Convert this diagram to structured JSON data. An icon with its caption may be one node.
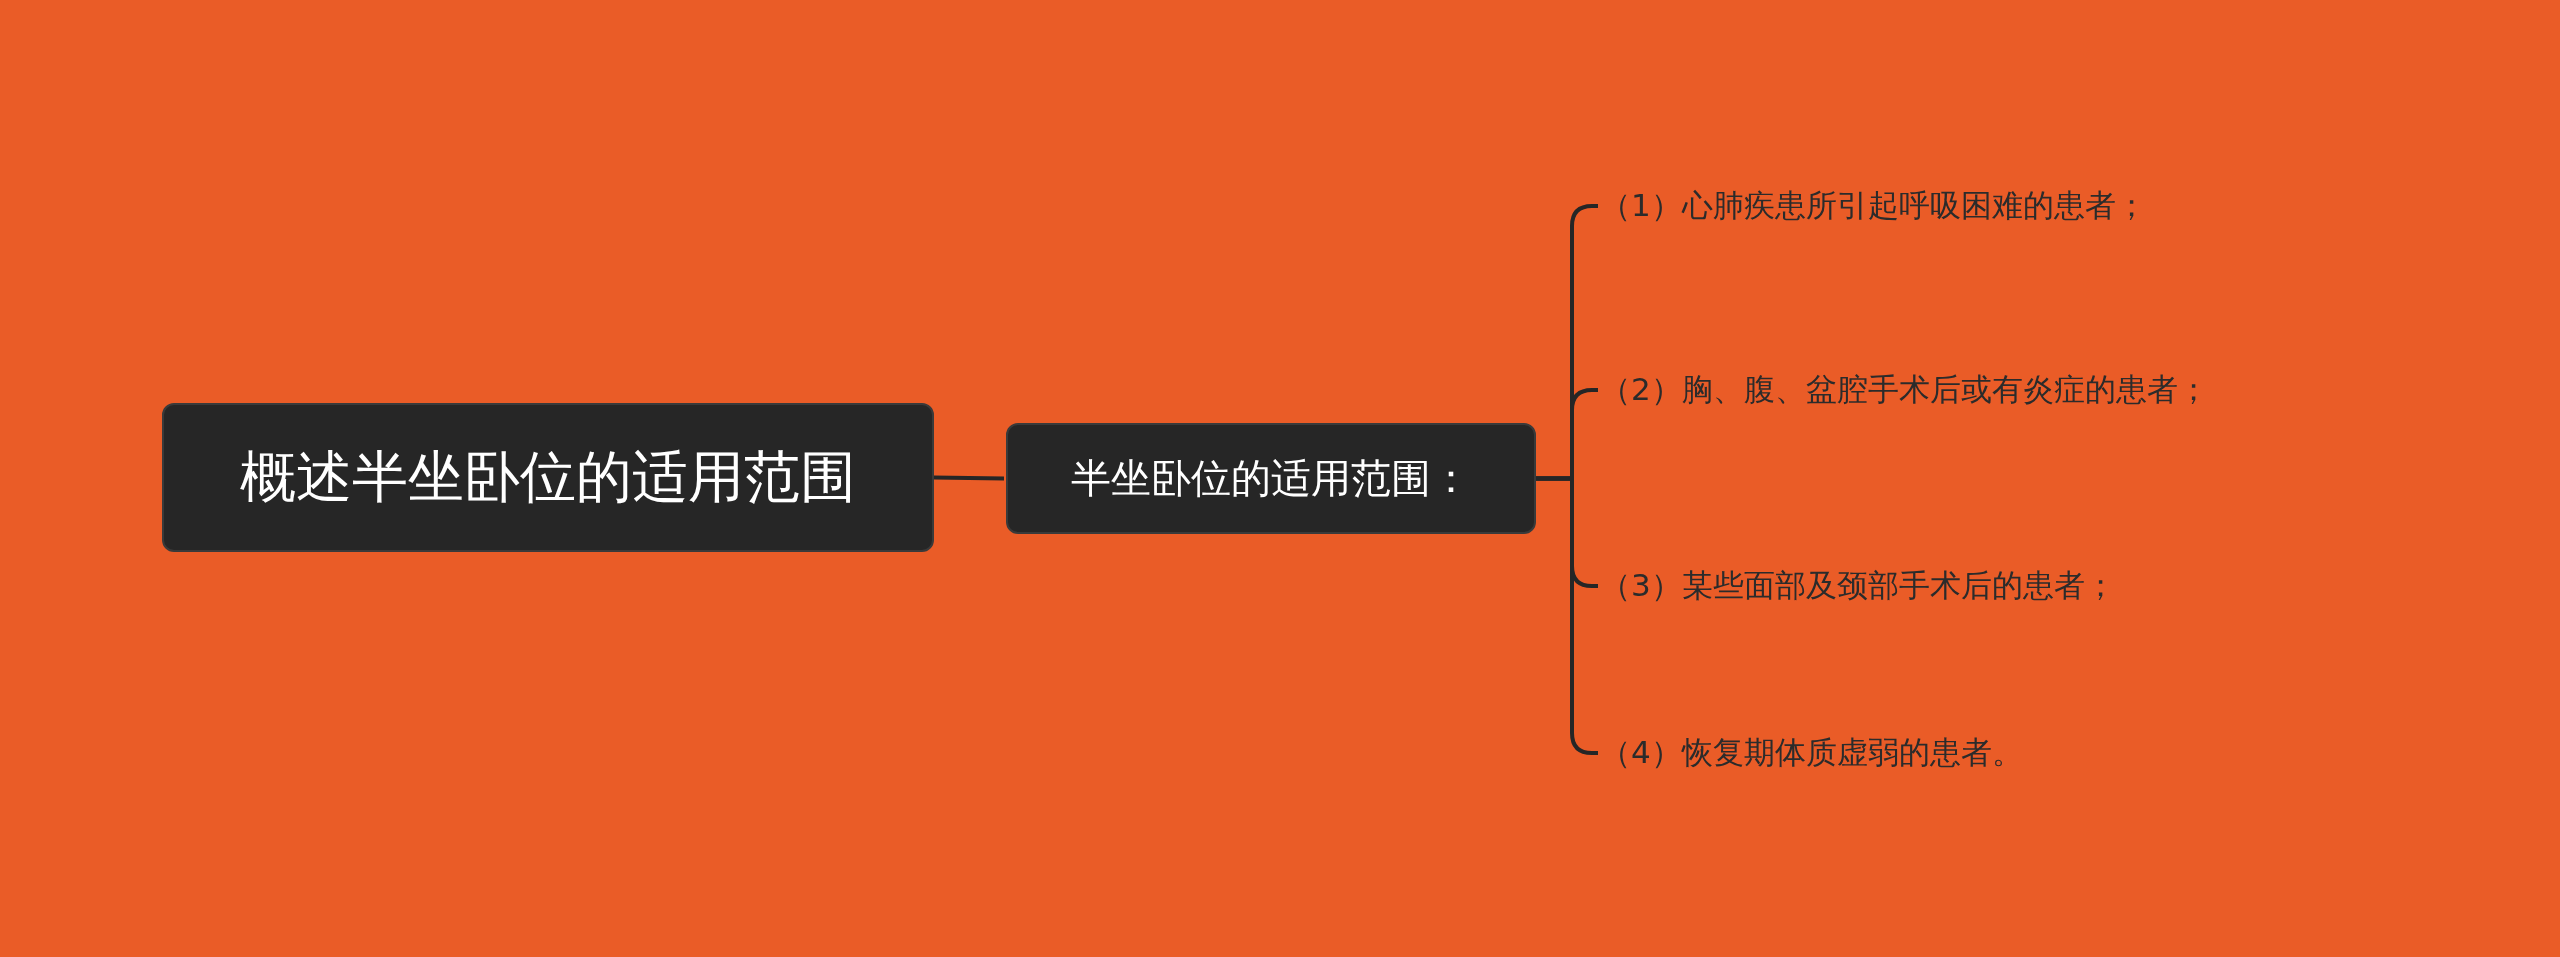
{
  "diagram": {
    "nodes": [
      {
        "text": [
          "概述半坐卧位的适用范围"
        ]
      },
      {
        "text": [
          "半坐卧位的适用范围："
        ]
      },
      {
        "text": [
          "（1）心肺疾患所引起呼吸困难的患者；"
        ]
      },
      {
        "text": [
          "（2）胸、腹、盆腔手术后或有炎症的患者；"
        ]
      },
      {
        "text": [
          "（3）某些面部及颈部手术后的患者；"
        ]
      },
      {
        "text": [
          "（4）恢复期体质虚弱的患者。"
        ]
      }
    ],
    "edges": [
      {
        "from": 0,
        "to": 1,
        "arrow": "none"
      },
      {
        "from": 1,
        "to": 2,
        "arrow": "none"
      },
      {
        "from": 1,
        "to": 3,
        "arrow": "none"
      },
      {
        "from": 1,
        "to": 4,
        "arrow": "none"
      },
      {
        "from": 1,
        "to": 5,
        "arrow": "none"
      }
    ]
  }
}
